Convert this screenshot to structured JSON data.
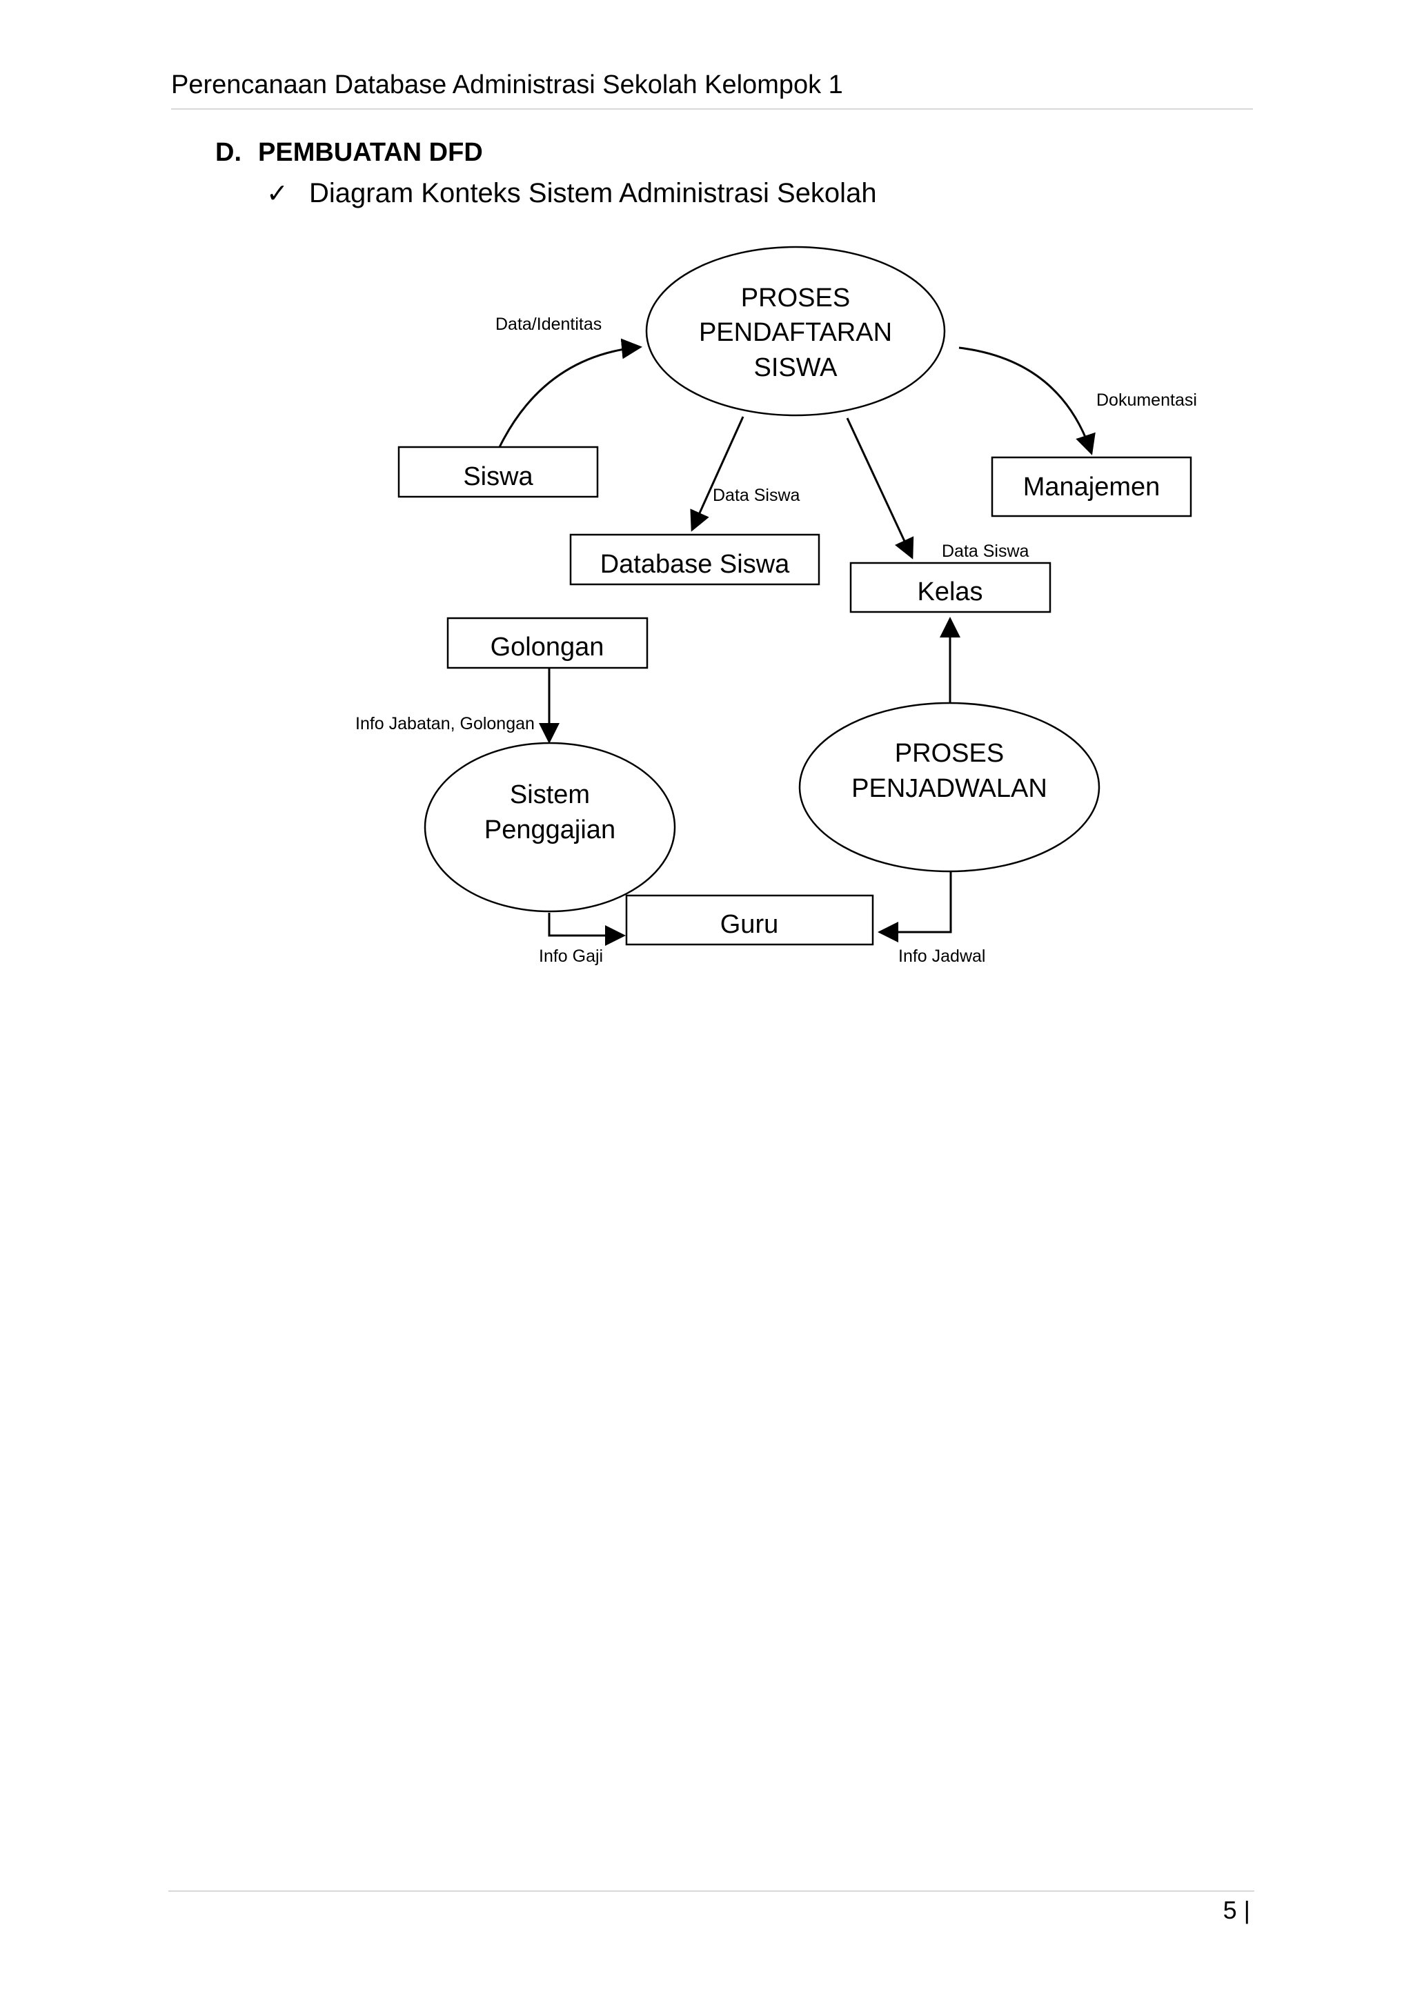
{
  "header": {
    "title": "Perencanaan Database Administrasi Sekolah Kelompok 1"
  },
  "section": {
    "letter": "D.",
    "title": "PEMBUATAN DFD"
  },
  "subitem": {
    "check": "✓",
    "text": "Diagram Konteks Sistem Administrasi Sekolah"
  },
  "diagram": {
    "processes": {
      "pendaftaran": [
        "PROSES",
        "PENDAFTARAN",
        "SISWA"
      ],
      "penjadwalan": [
        "PROSES",
        "PENJADWALAN"
      ],
      "penggajian": [
        "Sistem",
        "Penggajian"
      ]
    },
    "entities": {
      "siswa": "Siswa",
      "manajemen": "Manajemen",
      "database_siswa": "Database Siswa",
      "kelas": "Kelas",
      "golongan": "Golongan",
      "guru": "Guru"
    },
    "flows": {
      "data_identitas": "Data/Identitas",
      "dokumentasi": "Dokumentasi",
      "data_siswa_db": "Data Siswa",
      "data_siswa_kelas": "Data Siswa",
      "info_jabatan": "Info Jabatan, Golongan",
      "info_gaji": "Info Gaji",
      "info_jadwal": "Info Jadwal"
    }
  },
  "footer": {
    "page": "5 |"
  }
}
